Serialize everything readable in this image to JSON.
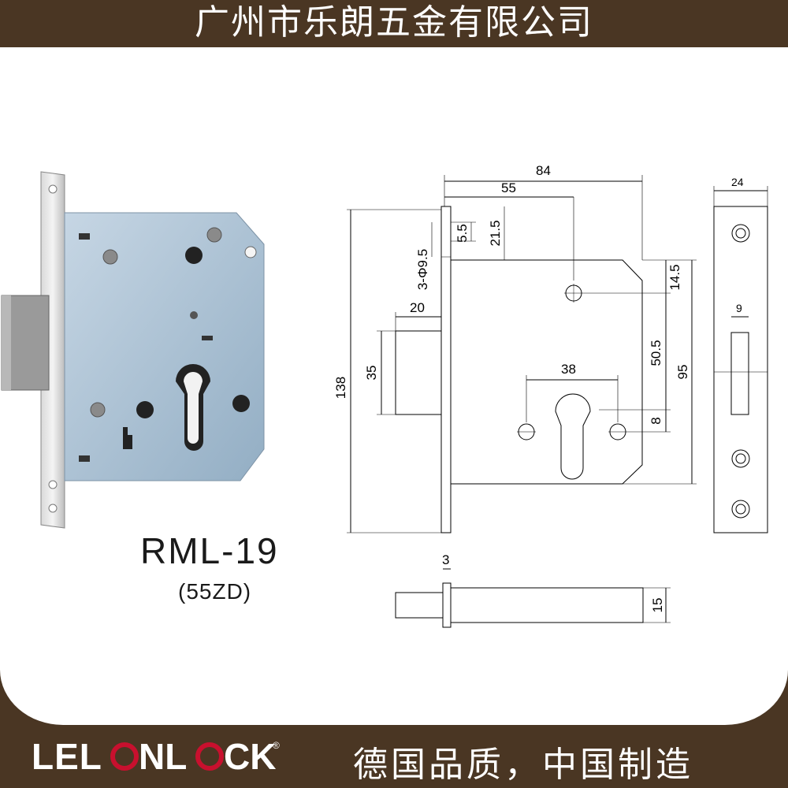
{
  "company_name": "广州市乐朗五金有限公司",
  "product": {
    "model": "RML-19",
    "variant": "(55ZD)"
  },
  "dimensions": {
    "d84": "84",
    "d55": "55",
    "d5_5": "5.5",
    "d21_5": "21.5",
    "d3phi": "3-Φ9.5",
    "d20": "20",
    "d138": "138",
    "d35": "35",
    "d38": "38",
    "d14_5": "14.5",
    "d50_5": "50.5",
    "d95": "95",
    "d8": "8",
    "d24": "24",
    "d9": "9",
    "d3": "3",
    "d15": "15"
  },
  "brand": {
    "logo_text_left": "LEL",
    "logo_text_mid": "NL",
    "logo_text_right": "CK",
    "registered": "®"
  },
  "slogan": "德国品质，中国制造",
  "colors": {
    "brand_brown": "#4a3623",
    "logo_red": "#c8102e",
    "lock_body": "#a9bfd2"
  }
}
